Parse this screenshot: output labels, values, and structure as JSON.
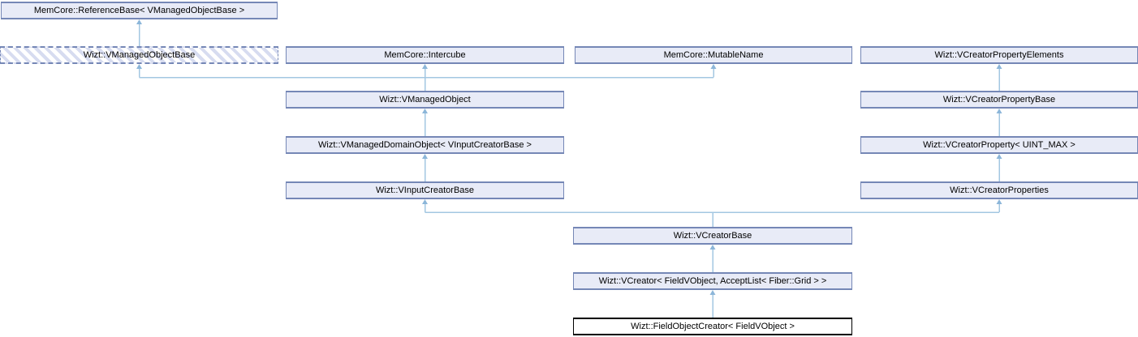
{
  "diagram": {
    "kind": "class-inheritance-diagram",
    "colors": {
      "background": "#ffffff",
      "node_fill": "#e8ebf7",
      "node_border": "#7587b6",
      "hatch_stripe": "#d7dcf0",
      "current_node_fill": "#ffffff",
      "current_node_border": "#000000",
      "edge_line": "#a3c7e2",
      "edge_arrow": "#8cb6d9",
      "text": "#000000"
    }
  },
  "nodes": [
    {
      "label": "MemCore::ReferenceBase< VManagedObjectBase >",
      "style": "normal"
    },
    {
      "label": "Wizt::VManagedObjectBase",
      "style": "hatched"
    },
    {
      "label": "MemCore::Intercube",
      "style": "normal"
    },
    {
      "label": "MemCore::MutableName",
      "style": "normal"
    },
    {
      "label": "Wizt::VCreatorPropertyElements",
      "style": "normal"
    },
    {
      "label": "Wizt::VManagedObject",
      "style": "normal"
    },
    {
      "label": "Wizt::VCreatorPropertyBase",
      "style": "normal"
    },
    {
      "label": "Wizt::VManagedDomainObject< VInputCreatorBase >",
      "style": "normal"
    },
    {
      "label": "Wizt::VCreatorProperty< UINT_MAX >",
      "style": "normal"
    },
    {
      "label": "Wizt::VInputCreatorBase",
      "style": "normal"
    },
    {
      "label": "Wizt::VCreatorProperties",
      "style": "normal"
    },
    {
      "label": "Wizt::VCreatorBase",
      "style": "normal"
    },
    {
      "label": "Wizt::VCreator< FieldVObject, AcceptList< Fiber::Grid > >",
      "style": "normal"
    },
    {
      "label": "Wizt::FieldObjectCreator< FieldVObject >",
      "style": "current"
    }
  ],
  "edges": [
    {
      "from": "Wizt::VManagedObjectBase",
      "to": "MemCore::ReferenceBase< VManagedObjectBase >"
    },
    {
      "from": "Wizt::VManagedObject",
      "to": "Wizt::VManagedObjectBase"
    },
    {
      "from": "Wizt::VManagedObject",
      "to": "MemCore::Intercube"
    },
    {
      "from": "Wizt::VManagedObject",
      "to": "MemCore::MutableName"
    },
    {
      "from": "Wizt::VManagedDomainObject< VInputCreatorBase >",
      "to": "Wizt::VManagedObject"
    },
    {
      "from": "Wizt::VInputCreatorBase",
      "to": "Wizt::VManagedDomainObject< VInputCreatorBase >"
    },
    {
      "from": "Wizt::VCreatorPropertyBase",
      "to": "Wizt::VCreatorPropertyElements"
    },
    {
      "from": "Wizt::VCreatorProperty< UINT_MAX >",
      "to": "Wizt::VCreatorPropertyBase"
    },
    {
      "from": "Wizt::VCreatorProperties",
      "to": "Wizt::VCreatorProperty< UINT_MAX >"
    },
    {
      "from": "Wizt::VCreatorBase",
      "to": "Wizt::VInputCreatorBase"
    },
    {
      "from": "Wizt::VCreatorBase",
      "to": "Wizt::VCreatorProperties"
    },
    {
      "from": "Wizt::VCreator< FieldVObject, AcceptList< Fiber::Grid > >",
      "to": "Wizt::VCreatorBase"
    },
    {
      "from": "Wizt::FieldObjectCreator< FieldVObject >",
      "to": "Wizt::VCreator< FieldVObject, AcceptList< Fiber::Grid > >"
    }
  ]
}
